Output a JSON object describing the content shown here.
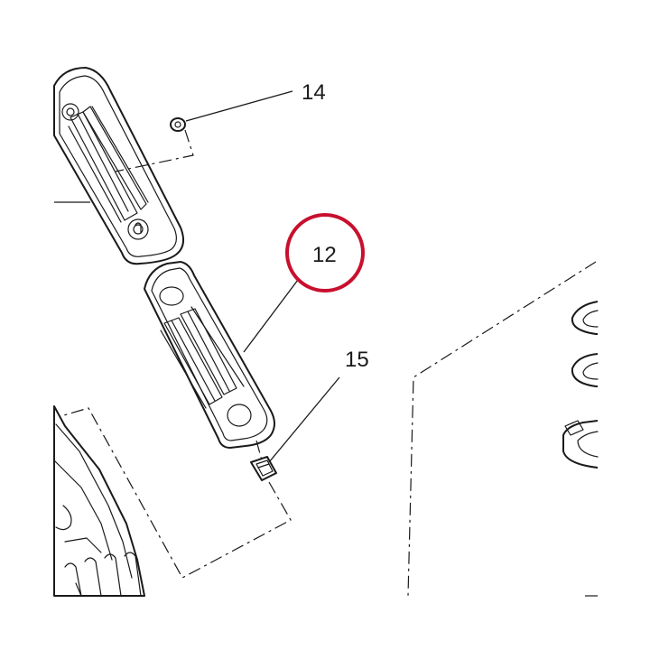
{
  "callouts": {
    "part_14": "14",
    "part_12": "12",
    "part_15": "15"
  },
  "highlight_color": "#c8102e",
  "line_color": "#1a1a1a"
}
